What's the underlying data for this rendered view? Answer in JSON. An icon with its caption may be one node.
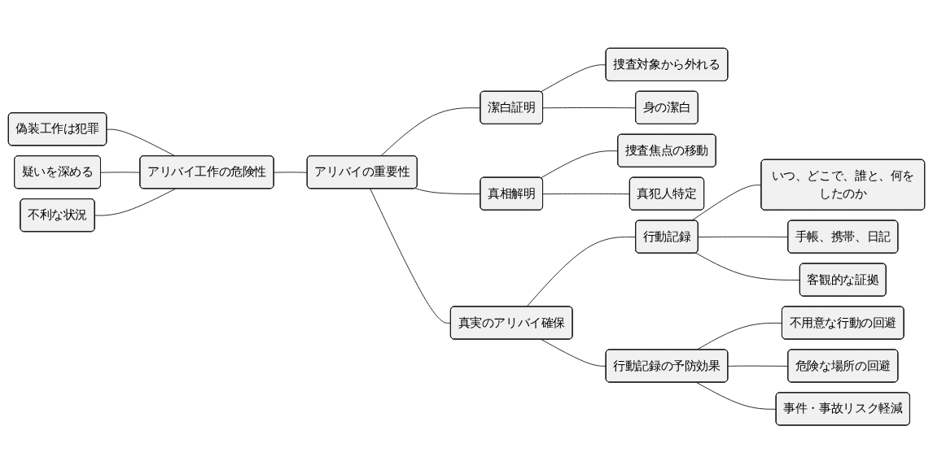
{
  "diagram": {
    "nodes": [
      {
        "text": [
          "アリバイの重要性"
        ]
      },
      {
        "text": [
          "潔白証明"
        ]
      },
      {
        "text": [
          "捜査対象から外れる"
        ]
      },
      {
        "text": [
          "身の潔白"
        ]
      },
      {
        "text": [
          "真相解明"
        ]
      },
      {
        "text": [
          "捜査焦点の移動"
        ]
      },
      {
        "text": [
          "真犯人特定"
        ]
      },
      {
        "text": [
          "真実のアリバイ確保"
        ]
      },
      {
        "text": [
          "行動記録"
        ]
      },
      {
        "text": [
          "いつ、どこで、誰と、何をしたのか"
        ]
      },
      {
        "text": [
          "手帳、携帯、日記"
        ]
      },
      {
        "text": [
          "客観的な証拠"
        ]
      },
      {
        "text": [
          "行動記録の予防効果"
        ]
      },
      {
        "text": [
          "不用意な行動の回避"
        ]
      },
      {
        "text": [
          "危険な場所の回避"
        ]
      },
      {
        "text": [
          "事件・事故リスク軽減"
        ]
      },
      {
        "text": [
          "アリバイ工作の危険性"
        ]
      },
      {
        "text": [
          "偽装工作は犯罪"
        ]
      },
      {
        "text": [
          "疑いを深める"
        ]
      },
      {
        "text": [
          "不利な状況"
        ]
      }
    ],
    "edges": [
      {
        "from": 0,
        "to": 1,
        "arrow": "none"
      },
      {
        "from": 1,
        "to": 2,
        "arrow": "none"
      },
      {
        "from": 1,
        "to": 3,
        "arrow": "none"
      },
      {
        "from": 0,
        "to": 4,
        "arrow": "none"
      },
      {
        "from": 4,
        "to": 5,
        "arrow": "none"
      },
      {
        "from": 4,
        "to": 6,
        "arrow": "none"
      },
      {
        "from": 0,
        "to": 7,
        "arrow": "none"
      },
      {
        "from": 7,
        "to": 8,
        "arrow": "none"
      },
      {
        "from": 8,
        "to": 9,
        "arrow": "none"
      },
      {
        "from": 8,
        "to": 10,
        "arrow": "none"
      },
      {
        "from": 8,
        "to": 11,
        "arrow": "none"
      },
      {
        "from": 7,
        "to": 12,
        "arrow": "none"
      },
      {
        "from": 12,
        "to": 13,
        "arrow": "none"
      },
      {
        "from": 12,
        "to": 14,
        "arrow": "none"
      },
      {
        "from": 12,
        "to": 15,
        "arrow": "none"
      },
      {
        "from": 16,
        "to": 0,
        "arrow": "none"
      },
      {
        "from": 17,
        "to": 16,
        "arrow": "none"
      },
      {
        "from": 18,
        "to": 16,
        "arrow": "none"
      },
      {
        "from": 19,
        "to": 16,
        "arrow": "none"
      }
    ]
  }
}
